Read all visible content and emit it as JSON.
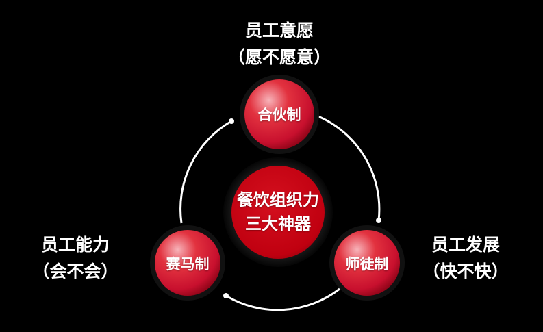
{
  "colors": {
    "background": "#000000",
    "node_red": "#c8102e",
    "node_highlight": "#f7b3b9",
    "center_red": "#c00010",
    "arc": "#ffffff"
  },
  "center": {
    "line1": "餐饮组织力",
    "line2": "三大神器"
  },
  "nodes": {
    "top": {
      "label": "合伙制"
    },
    "right": {
      "label": "师徒制"
    },
    "left": {
      "label": "赛马制"
    }
  },
  "labels": {
    "top": {
      "title": "员工意愿",
      "subtitle": "（愿不愿意）"
    },
    "right": {
      "title": "员工发展",
      "subtitle": "（快不快）"
    },
    "left": {
      "title": "员工能力",
      "subtitle": "（会不会）"
    }
  }
}
